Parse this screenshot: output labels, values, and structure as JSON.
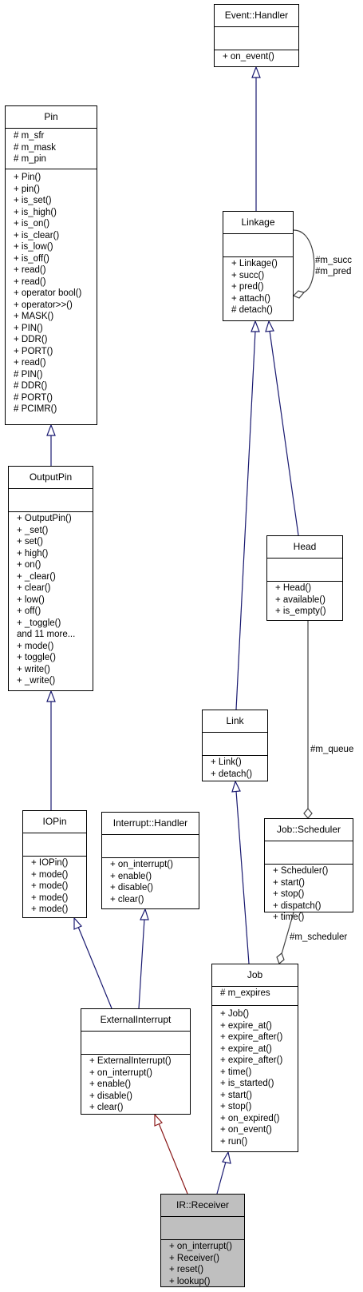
{
  "classes": {
    "event_handler": {
      "name": "Event::Handler",
      "attributes": [],
      "members": [
        "+ on_event()"
      ]
    },
    "pin": {
      "name": "Pin",
      "attributes": [
        "# m_sfr",
        "# m_mask",
        "# m_pin"
      ],
      "members": [
        "+ Pin()",
        "+ pin()",
        "+ is_set()",
        "+ is_high()",
        "+ is_on()",
        "+ is_clear()",
        "+ is_low()",
        "+ is_off()",
        "+ read()",
        "+ read()",
        "+ operator bool()",
        "+ operator>>()",
        "+ MASK()",
        "+ PIN()",
        "+ DDR()",
        "+ PORT()",
        "+ read()",
        "# PIN()",
        "# DDR()",
        "# PORT()",
        "# PCIMR()"
      ]
    },
    "linkage": {
      "name": "Linkage",
      "attributes": [],
      "members": [
        "+ Linkage()",
        "+ succ()",
        "+ pred()",
        "+ attach()",
        "# detach()"
      ]
    },
    "output_pin": {
      "name": "OutputPin",
      "attributes": [],
      "members": [
        "+ OutputPin()",
        "+ _set()",
        "+ set()",
        "+ high()",
        "+ on()",
        "+ _clear()",
        "+ clear()",
        "+ low()",
        "+ off()",
        "+ _toggle()",
        "and 11 more...",
        "+ mode()",
        "+ toggle()",
        "+ write()",
        "+ _write()"
      ]
    },
    "head": {
      "name": "Head",
      "attributes": [],
      "members": [
        "+ Head()",
        "+ available()",
        "+ is_empty()"
      ]
    },
    "link": {
      "name": "Link",
      "attributes": [],
      "members": [
        "+ Link()",
        "+ detach()"
      ]
    },
    "io_pin": {
      "name": "IOPin",
      "attributes": [],
      "members": [
        "+ IOPin()",
        "+ mode()",
        "+ mode()",
        "+ mode()",
        "+ mode()"
      ]
    },
    "interrupt_handler": {
      "name": "Interrupt::Handler",
      "attributes": [],
      "members": [
        "+ on_interrupt()",
        "+ enable()",
        "+ disable()",
        "+ clear()"
      ]
    },
    "job_scheduler": {
      "name": "Job::Scheduler",
      "attributes": [],
      "members": [
        "+ Scheduler()",
        "+ start()",
        "+ stop()",
        "+ dispatch()",
        "+ time()"
      ]
    },
    "job": {
      "name": "Job",
      "attributes": [
        "# m_expires"
      ],
      "members": [
        "+ Job()",
        "+ expire_at()",
        "+ expire_after()",
        "+ expire_at()",
        "+ expire_after()",
        "+ time()",
        "+ is_started()",
        "+ start()",
        "+ stop()",
        "+ on_expired()",
        "+ on_event()",
        "+ run()"
      ]
    },
    "external_interrupt": {
      "name": "ExternalInterrupt",
      "attributes": [],
      "members": [
        "+ ExternalInterrupt()",
        "+ on_interrupt()",
        "+ enable()",
        "+ disable()",
        "+ clear()"
      ]
    },
    "ir_receiver": {
      "name": "IR::Receiver",
      "attributes": [],
      "members": [
        "+ on_interrupt()",
        "+ Receiver()",
        "+ reset()",
        "+ lookup()"
      ]
    }
  },
  "edge_labels": {
    "m_succ": "#m_succ",
    "m_pred": "#m_pred",
    "m_queue": "#m_queue",
    "m_scheduler": "#m_scheduler"
  },
  "colors": {
    "inheritance_public": "#191970",
    "inheritance_protected": "#8b1a1a",
    "usage": "#404040",
    "highlight": "#bfbfbf"
  }
}
